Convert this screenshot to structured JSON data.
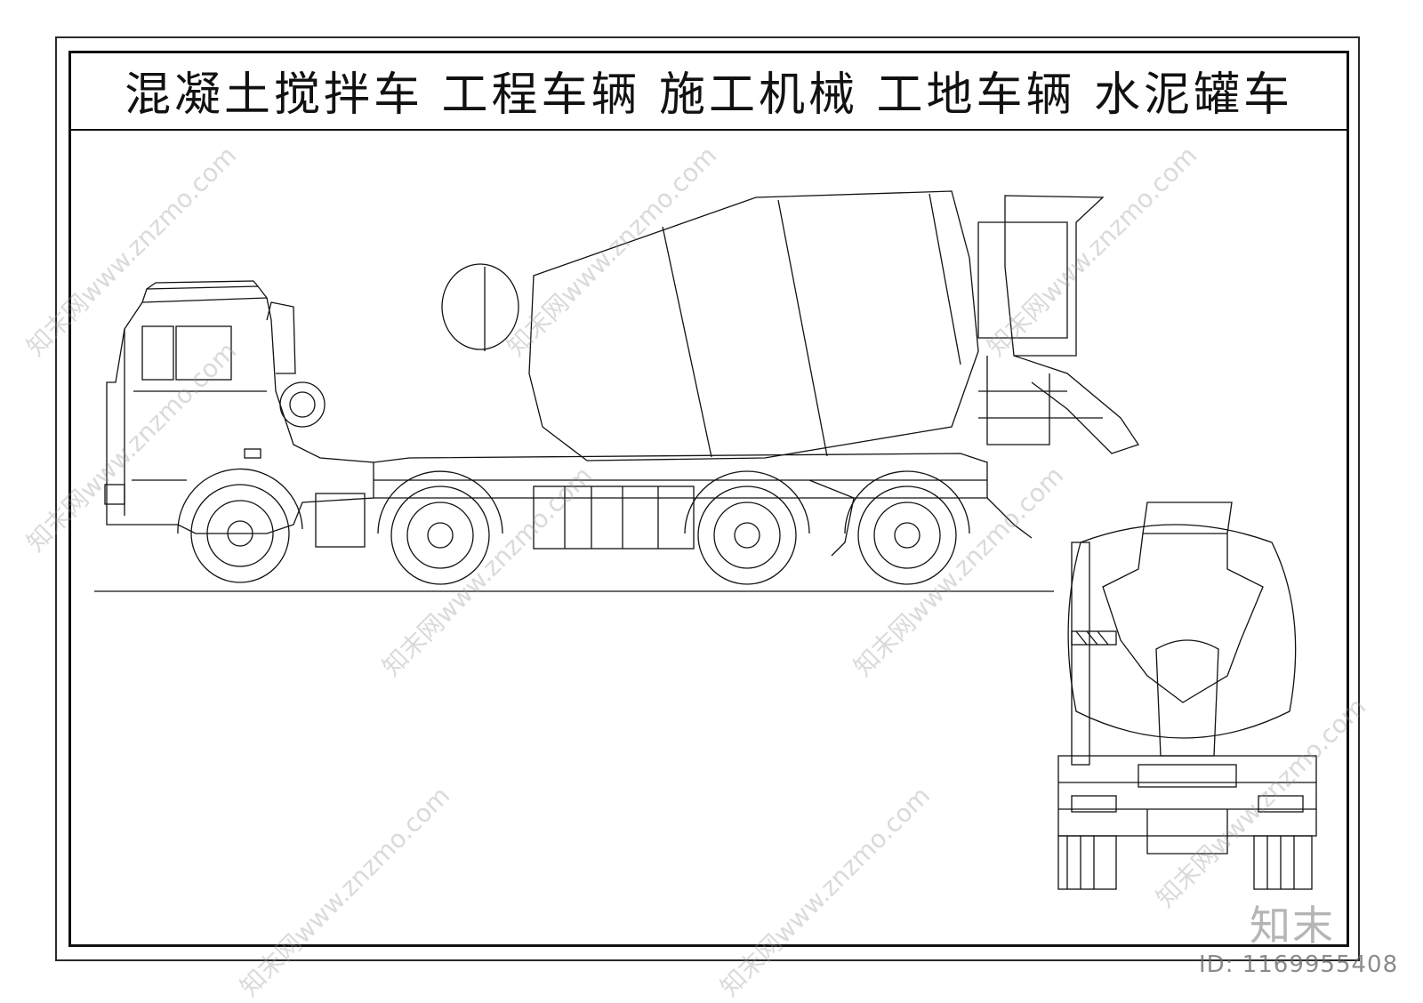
{
  "title": "混凝土搅拌车  工程车辆  施工机械  工地车辆  水泥罐车",
  "watermark": "知末网www.znzmo.com",
  "logo": "知末",
  "id_label": "ID: 1169955408",
  "colors": {
    "line": "#111111",
    "watermark": "#969696"
  }
}
